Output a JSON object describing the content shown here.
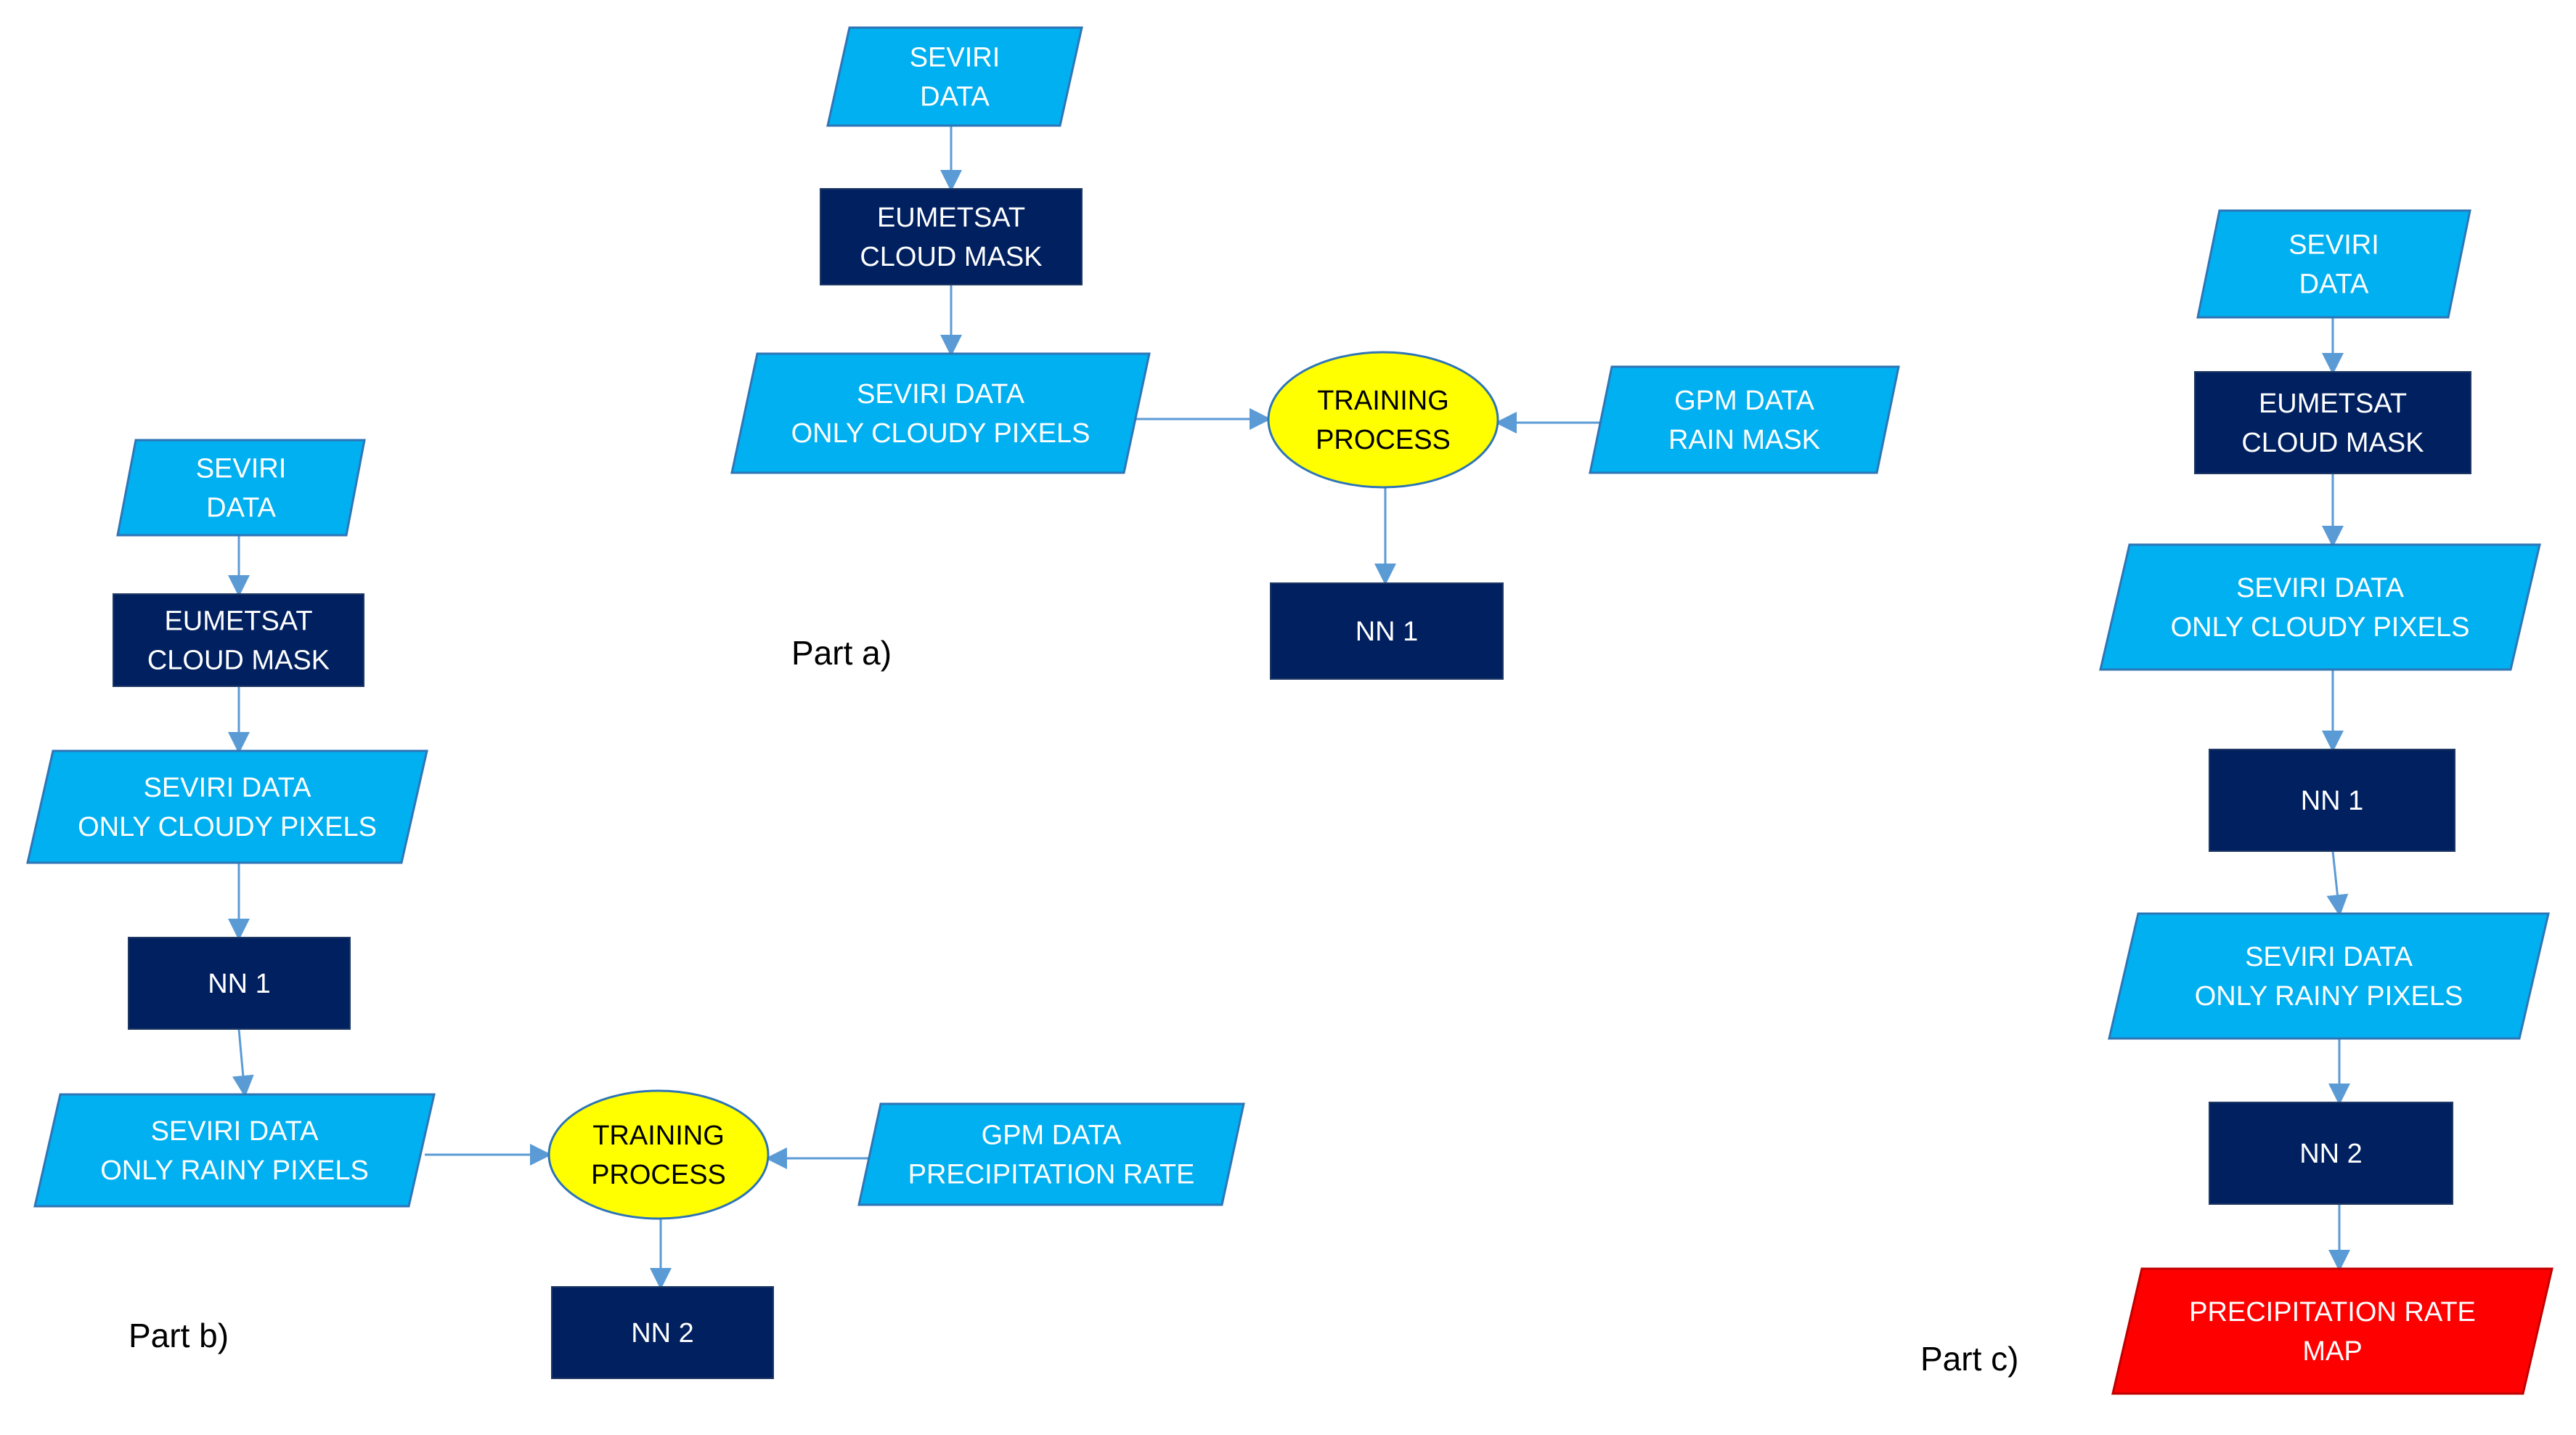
{
  "colors": {
    "io_fill": "#00B0F0",
    "io_stroke": "#2E75B6",
    "process_fill": "#002060",
    "ellipse_fill": "#FFFF00",
    "ellipse_stroke": "#2E75B6",
    "output_fill": "#FF0000",
    "arrow": "#5B9BD5"
  },
  "part_a": {
    "caption": "Part a)",
    "seviri_data": [
      "SEVIRI",
      "DATA"
    ],
    "cloud_mask": [
      "EUMETSAT",
      "CLOUD MASK"
    ],
    "cloudy_pixels": [
      "SEVIRI DATA",
      "ONLY CLOUDY PIXELS"
    ],
    "training": [
      "TRAINING",
      "PROCESS"
    ],
    "gpm": [
      "GPM DATA",
      "RAIN MASK"
    ],
    "nn": [
      "NN 1"
    ]
  },
  "part_b": {
    "caption": "Part b)",
    "seviri_data": [
      "SEVIRI",
      "DATA"
    ],
    "cloud_mask": [
      "EUMETSAT",
      "CLOUD MASK"
    ],
    "cloudy_pixels": [
      "SEVIRI DATA",
      "ONLY CLOUDY PIXELS"
    ],
    "nn1": [
      "NN 1"
    ],
    "rainy_pixels": [
      "SEVIRI DATA",
      "ONLY RAINY PIXELS"
    ],
    "training": [
      "TRAINING",
      "PROCESS"
    ],
    "gpm": [
      "GPM DATA",
      "PRECIPITATION RATE"
    ],
    "nn2": [
      "NN 2"
    ]
  },
  "part_c": {
    "caption": "Part c)",
    "seviri_data": [
      "SEVIRI",
      "DATA"
    ],
    "cloud_mask": [
      "EUMETSAT",
      "CLOUD MASK"
    ],
    "cloudy_pixels": [
      "SEVIRI DATA",
      "ONLY CLOUDY PIXELS"
    ],
    "nn1": [
      "NN 1"
    ],
    "rainy_pixels": [
      "SEVIRI DATA",
      "ONLY RAINY PIXELS"
    ],
    "nn2": [
      "NN 2"
    ],
    "output_map": [
      "PRECIPITATION RATE",
      "MAP"
    ]
  }
}
